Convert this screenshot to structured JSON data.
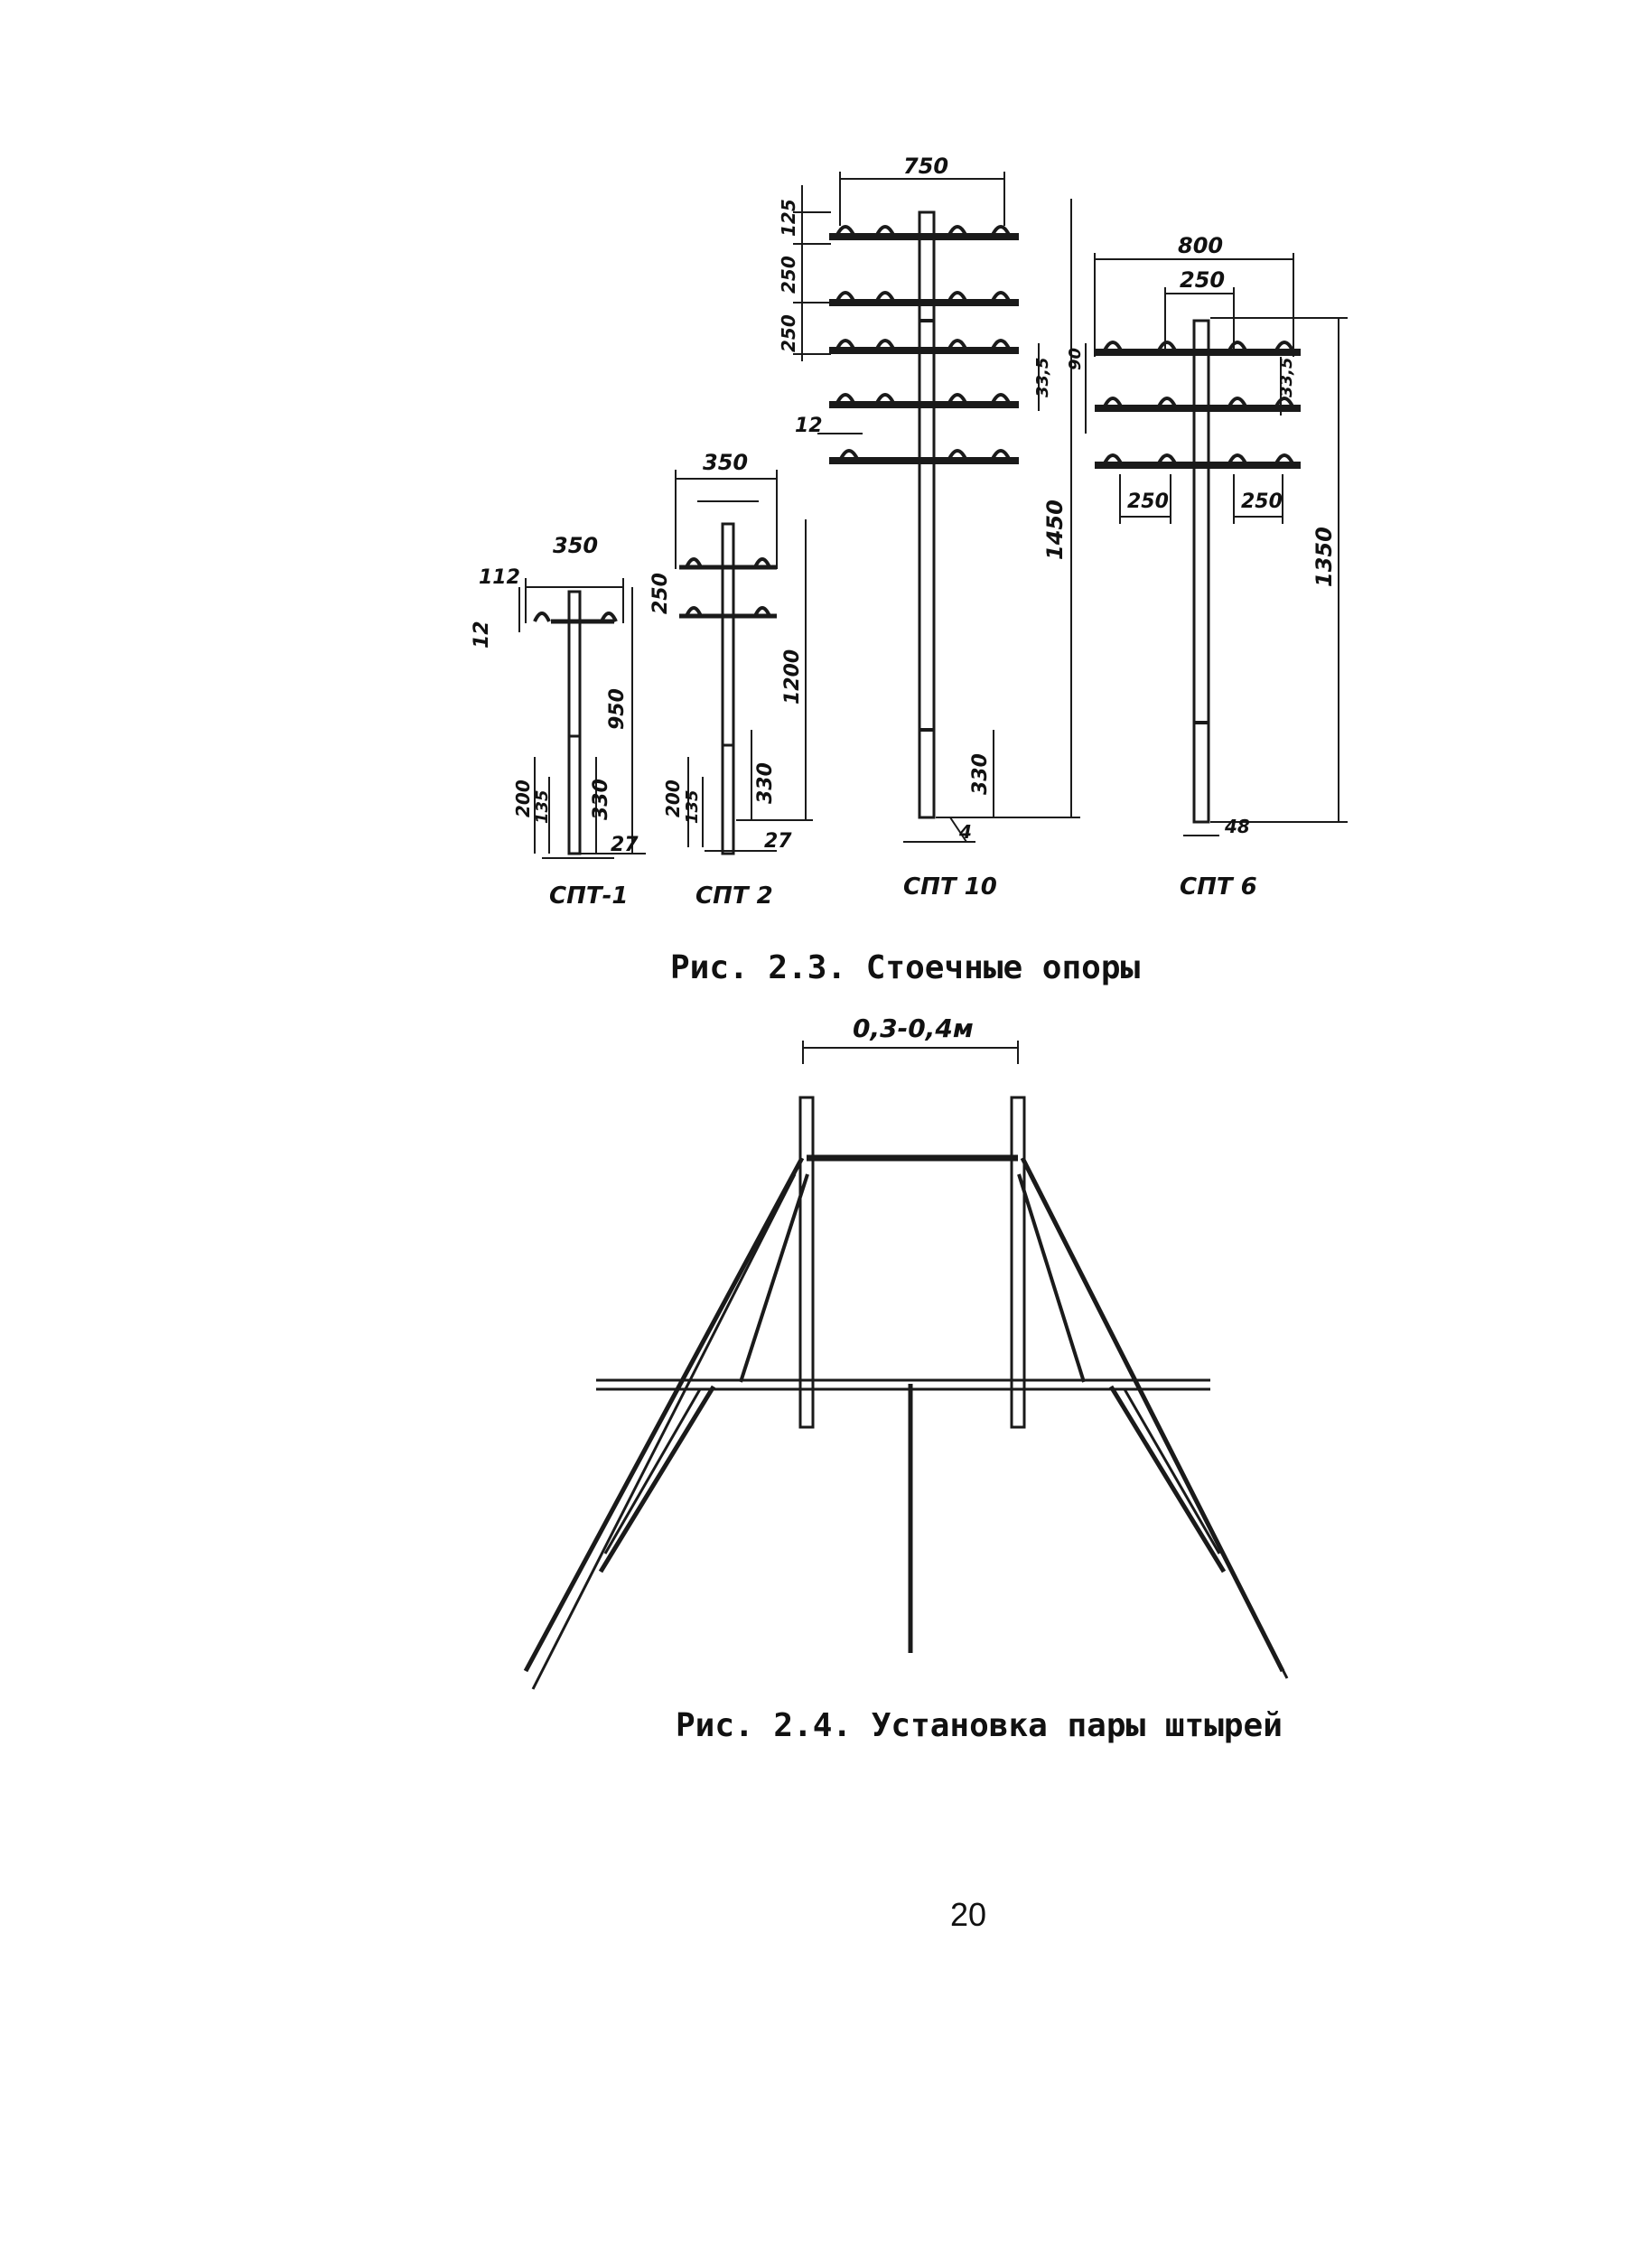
{
  "figure_2_3": {
    "caption": "Рис. 2.3. Стоечные опоры",
    "supports": [
      {
        "label": "СПТ-1",
        "dims": {
          "width": "350",
          "top_offset": "112",
          "arm_drop": "12",
          "height": "950",
          "foot_outer": "200",
          "foot_inner": "135",
          "base_height": "330",
          "bottom": "27"
        }
      },
      {
        "label": "СПТ 2",
        "dims": {
          "width": "350",
          "arm_spacing": "250",
          "height": "1200",
          "foot_outer": "200",
          "foot_inner": "135",
          "base_height": "330",
          "bottom": "27"
        }
      },
      {
        "label": "СПТ 10",
        "dims": {
          "width": "750",
          "top": "125",
          "spacing_1": "250",
          "spacing_2": "250",
          "side": "33,5",
          "left": "12",
          "height": "1450",
          "base_height": "330",
          "bottom": "4"
        }
      },
      {
        "label": "СПТ 6",
        "dims": {
          "width_outer": "800",
          "width_inner": "250",
          "side_left": "90",
          "side_right": "33,5",
          "arm_left": "250",
          "arm_right": "250",
          "height": "1350",
          "bottom": "48"
        }
      }
    ]
  },
  "figure_2_4": {
    "caption": "Рис. 2.4. Установка пары штырей",
    "span_label": "0,3-0,4м"
  },
  "page_number": "20"
}
